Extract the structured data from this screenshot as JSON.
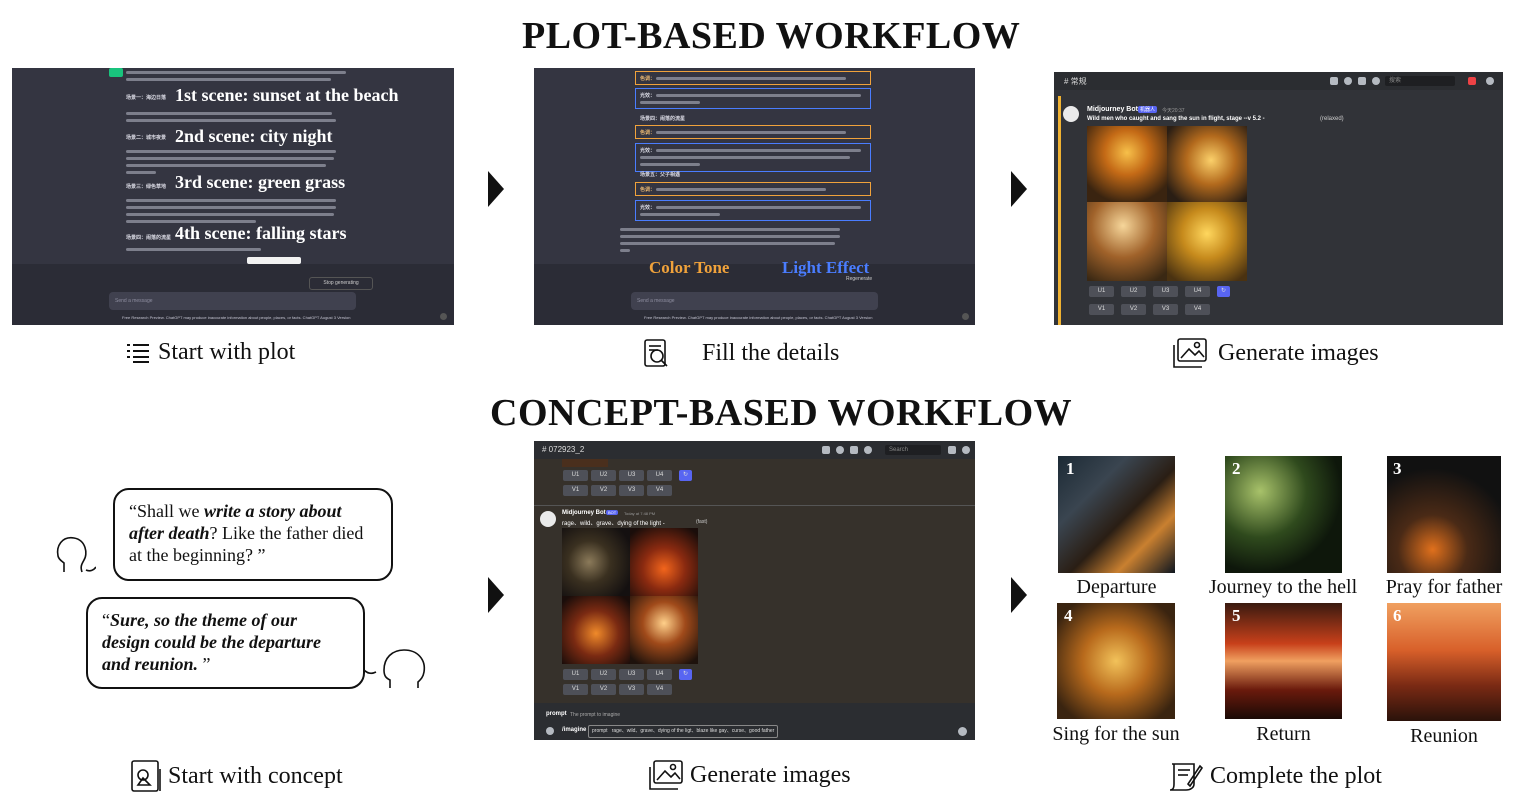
{
  "plot_workflow": {
    "title": "PLOT-BASED WORKFLOW",
    "step1": {
      "caption": "Start with plot",
      "scenes": [
        "1st scene: sunset at the beach",
        "2nd scene: city night",
        "3rd scene: green grass",
        "4th scene: falling stars"
      ],
      "scene_tags": [
        "场景一：海边日落",
        "场景二：城市夜景",
        "场景三：绿色草地",
        "场景四：闹落的流星"
      ],
      "stop_label": "Stop generating",
      "input_placeholder": "Send a message",
      "footer": "Free Research Preview. ChatGPT may produce inaccurate information about people, places, or facts. ChatGPT August 3 Version"
    },
    "step2": {
      "caption": "Fill the details",
      "color_tone_label": "Color Tone",
      "light_effect_label": "Light Effect",
      "row_tags": [
        "色调：",
        "光效：",
        "场景四：闹落的流星",
        "色调：",
        "光效：",
        "场景五：父子相遇",
        "色调：",
        "光效："
      ],
      "regenerate": "Regenerate",
      "input_placeholder": "Send a message",
      "footer": "Free Research Preview. ChatGPT may produce inaccurate information about people, places, or facts. ChatGPT August 3 Version"
    },
    "step3": {
      "caption": "Generate images",
      "channel": "常规",
      "search_placeholder": "搜索",
      "bot_name": "Midjourney Bot",
      "bot_badge": "机器人",
      "timestamp": "今天20:37",
      "prompt": "Wild men who caught and sang the sun in flight, stage --v 5.2 -",
      "mode": "(relaxed)",
      "upscale_buttons": [
        "U1",
        "U2",
        "U3",
        "U4"
      ],
      "variation_buttons": [
        "V1",
        "V2",
        "V3",
        "V4"
      ]
    }
  },
  "concept_workflow": {
    "title": "CONCEPT-BASED WORKFLOW",
    "step1": {
      "caption": "Start with concept",
      "bubble_user": {
        "open": "“Shall we ",
        "emph": "write a story about after death",
        "rest": "? Like the father died at the beginning? ”"
      },
      "bubble_ai": {
        "text": "Sure, so the theme of our design could be the departure and reunion.",
        "open": "“",
        "close": " ”"
      }
    },
    "step2": {
      "caption": "Generate images",
      "channel": "072923_2",
      "search_placeholder": "Search",
      "bot_name": "Midjourney Bot",
      "bot_badge": "BOT",
      "timestamp": "Today at 7:48 PM",
      "prompt": "rage、wild、grave、dying of the light -",
      "mode": "(fast)",
      "upscale_buttons": [
        "U1",
        "U2",
        "U3",
        "U4"
      ],
      "variation_buttons": [
        "V1",
        "V2",
        "V3",
        "V4"
      ],
      "option_label": "prompt",
      "option_desc": "The prompt to imagine",
      "command": "/imagine",
      "command_field": "prompt",
      "command_value": "rage、wild、grave、dying of the ligt、blaze like gay、curse、good father"
    },
    "step3": {
      "caption": "Complete the plot",
      "panels": [
        {
          "num": "1",
          "label": "Departure"
        },
        {
          "num": "2",
          "label": "Journey to the hell"
        },
        {
          "num": "3",
          "label": "Pray for father"
        },
        {
          "num": "4",
          "label": "Sing for the sun"
        },
        {
          "num": "5",
          "label": "Return"
        },
        {
          "num": "6",
          "label": "Reunion"
        }
      ]
    }
  },
  "colors": {
    "chat_bg": "#343541",
    "discord_bg": "#313338",
    "color_tone": "#f0a23b",
    "light_effect": "#4a7dff"
  }
}
